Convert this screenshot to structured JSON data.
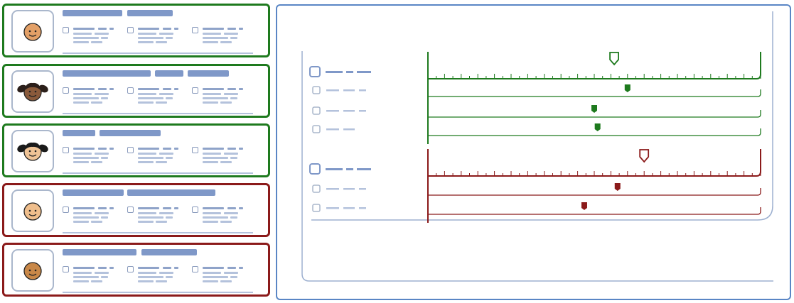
{
  "people": [
    {
      "avatar": "face-icon",
      "skin": "#e3a067",
      "hair": "none",
      "group": "green"
    },
    {
      "avatar": "face-pigtails-icon",
      "skin": "#8a5a3b",
      "hair": "#2b1f1a",
      "group": "green"
    },
    {
      "avatar": "face-pigtails-icon",
      "skin": "#efc396",
      "hair": "#1a1a1a",
      "group": "green"
    },
    {
      "avatar": "face-icon",
      "skin": "#efbe8c",
      "hair": "none",
      "group": "red"
    },
    {
      "avatar": "face-icon",
      "skin": "#c98848",
      "hair": "none",
      "group": "red"
    }
  ],
  "colors": {
    "green": "#1e7a1e",
    "red": "#8b1a1a",
    "panel_border": "#5a86c5",
    "skeleton": "#8fa3c9"
  },
  "scales": [
    {
      "group": "green",
      "main_marker": 0.56,
      "sub_markers": [
        0.6,
        0.5,
        0.51
      ]
    },
    {
      "group": "red",
      "main_marker": 0.65,
      "sub_markers": [
        0.57,
        0.47
      ]
    }
  ]
}
